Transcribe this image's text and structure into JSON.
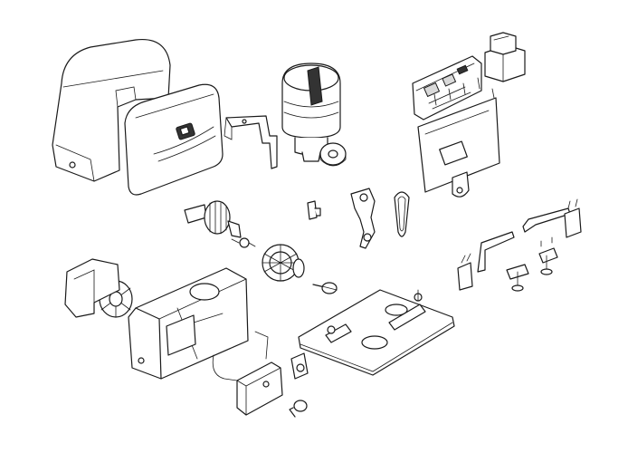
{
  "diagram": {
    "line_color": "#1a1a1a",
    "background": "#ffffff",
    "parts": [
      {
        "id": "cover-rear",
        "icon": "motor-cover-icon"
      },
      {
        "id": "cover-front",
        "icon": "motor-cover-front-icon"
      },
      {
        "id": "bracket",
        "icon": "mounting-bracket-icon"
      },
      {
        "id": "motor",
        "icon": "electric-motor-icon"
      },
      {
        "id": "washers",
        "icon": "washer-stack-icon"
      },
      {
        "id": "control-board",
        "icon": "circuit-board-icon"
      },
      {
        "id": "transformer",
        "icon": "transformer-icon"
      },
      {
        "id": "board-plate",
        "icon": "board-mounting-plate-icon"
      },
      {
        "id": "cable-gland",
        "icon": "cable-gland-icon"
      },
      {
        "id": "worm-shaft",
        "icon": "worm-shaft-icon"
      },
      {
        "id": "small-clip",
        "icon": "clip-icon"
      },
      {
        "id": "release-lever",
        "icon": "release-lever-icon"
      },
      {
        "id": "chain-loop",
        "icon": "chain-loop-icon"
      },
      {
        "id": "gear-wheel",
        "icon": "gear-wheel-icon"
      },
      {
        "id": "spring-pin",
        "icon": "spring-pin-icon"
      },
      {
        "id": "drive-pinion",
        "icon": "drive-pinion-icon"
      },
      {
        "id": "gear-cover",
        "icon": "gear-cover-icon"
      },
      {
        "id": "gearbox-housing",
        "icon": "gearbox-housing-icon"
      },
      {
        "id": "access-panel",
        "icon": "access-panel-icon"
      },
      {
        "id": "lock-cylinder",
        "icon": "lock-cylinder-icon"
      },
      {
        "id": "key",
        "icon": "key-icon"
      },
      {
        "id": "base-plate",
        "icon": "foundation-plate-icon"
      },
      {
        "id": "limit-bracket",
        "icon": "limit-switch-bracket-icon"
      },
      {
        "id": "anchor-bolts",
        "icon": "anchor-bolt-icon"
      }
    ]
  }
}
